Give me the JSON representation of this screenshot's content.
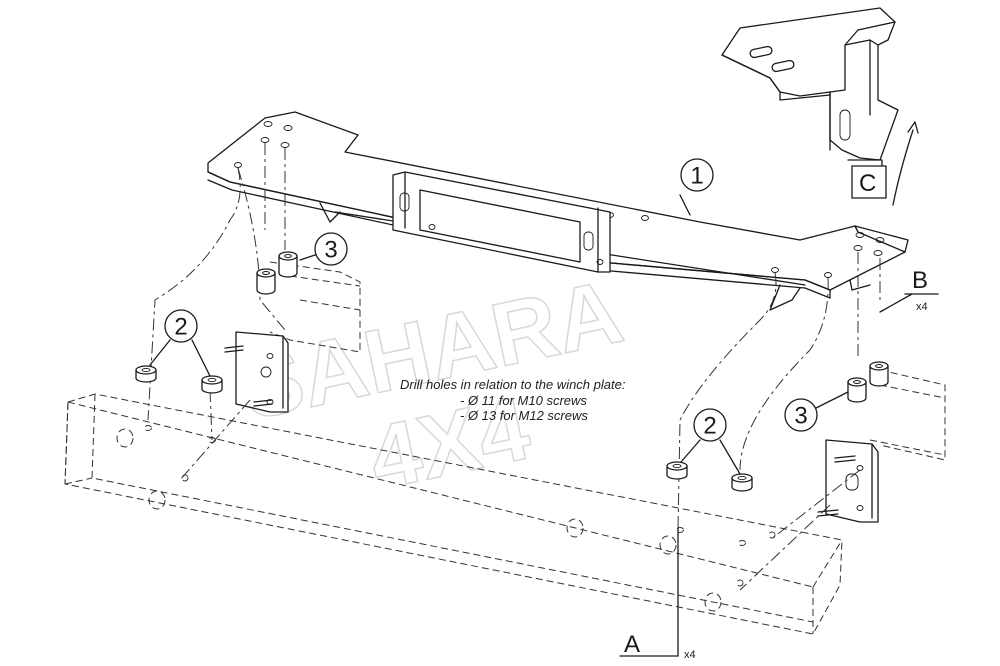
{
  "callouts": {
    "item1": "1",
    "item2_left": "2",
    "item2_right": "2",
    "item3_left": "3",
    "item3_right": "3"
  },
  "views": {
    "a_label": "A",
    "a_qty": "x4",
    "b_label": "B",
    "b_qty": "x4",
    "c_label": "C"
  },
  "note": {
    "line1": "Drill holes in relation to the winch plate:",
    "line2": "- Ø  11 for M10 screws",
    "line3": "- Ø  13 for M12 screws"
  },
  "watermark": {
    "line1": "SAHARA",
    "line2": "4X4"
  }
}
